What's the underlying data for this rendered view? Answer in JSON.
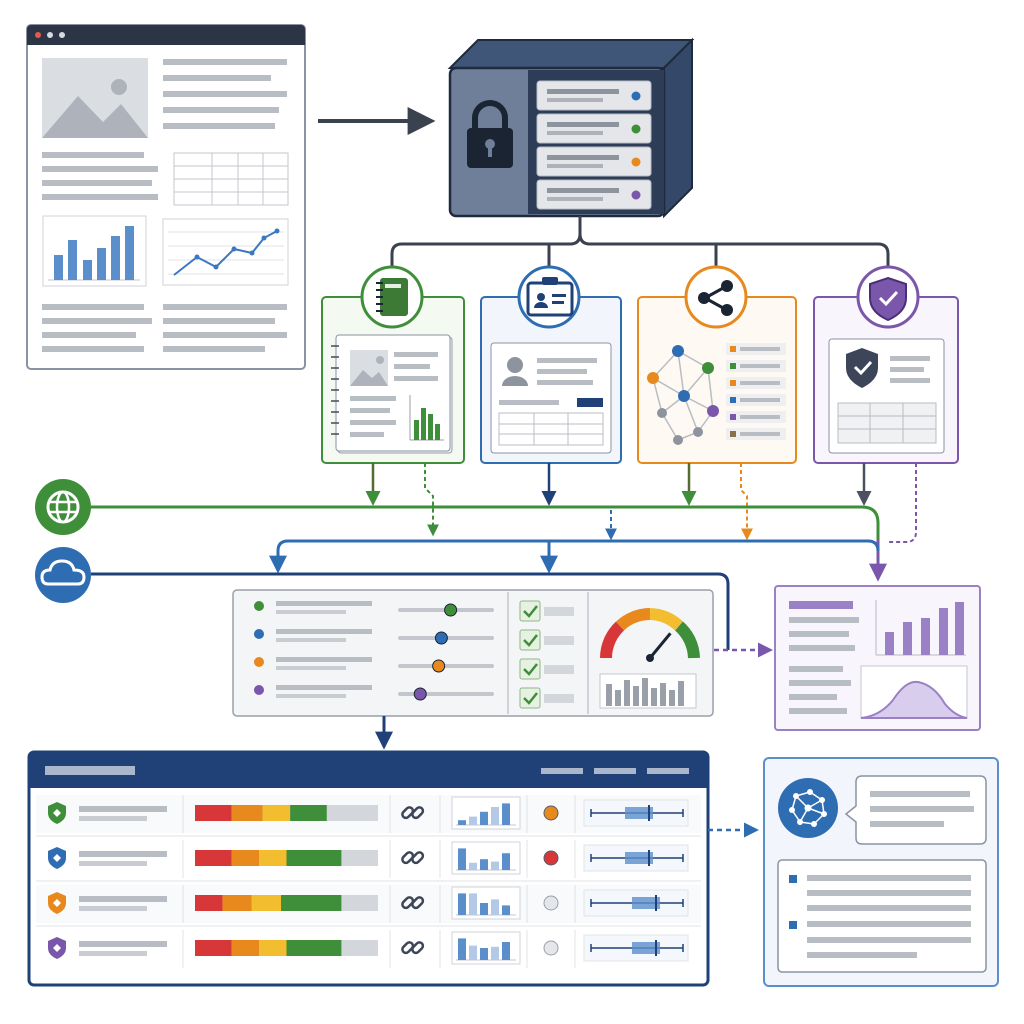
{
  "colors": {
    "navy": "#1f4178",
    "border_gray": "#8a93a3",
    "placeholder": "#b8bcc3",
    "green": "#3f8f3a",
    "blue": "#2f6db2",
    "orange": "#e8891e",
    "purple": "#7a57aa",
    "red": "#d8373a",
    "yellow": "#f2bd2f",
    "chart_blue": "#5b8fcc",
    "chart_purple": "#9a80c4"
  },
  "icons": {
    "document": "document-icon",
    "database": "database-server-icon",
    "lock": "lock-icon",
    "notebook": "notebook-icon",
    "id_card": "id-card-icon",
    "share": "share-network-icon",
    "shield": "shield-check-icon",
    "globe": "globe-icon",
    "cloud": "cloud-icon",
    "gauge": "gauge-icon",
    "link": "link-icon",
    "ai_brain": "neural-network-icon",
    "chat_bubble": "chat-bubble-icon"
  },
  "modules": [
    {
      "id": "notebook",
      "color": "green"
    },
    {
      "id": "identity",
      "color": "blue"
    },
    {
      "id": "graph",
      "color": "orange"
    },
    {
      "id": "security",
      "color": "purple"
    }
  ],
  "server_slots": [
    "blue",
    "green",
    "orange",
    "purple"
  ],
  "controls_panel": {
    "rows": [
      {
        "color": "green",
        "slider": 0.55
      },
      {
        "color": "blue",
        "slider": 0.45
      },
      {
        "color": "orange",
        "slider": 0.42
      },
      {
        "color": "purple",
        "slider": 0.22
      }
    ],
    "checks": [
      true,
      true,
      true,
      true
    ],
    "gauge_level": 0.72
  },
  "dashboard": {
    "rows": [
      {
        "shield_color": "green",
        "bar": [
          0.2,
          0.17,
          0.15,
          0.2
        ],
        "status": "orange",
        "bars": [
          0.2,
          0.35,
          0.55,
          0.75,
          0.9
        ]
      },
      {
        "shield_color": "blue",
        "bar": [
          0.2,
          0.15,
          0.15,
          0.3
        ],
        "status": "red",
        "bars": [
          0.9,
          0.3,
          0.45,
          0.35,
          0.7
        ]
      },
      {
        "shield_color": "orange",
        "bar": [
          0.15,
          0.16,
          0.16,
          0.33
        ],
        "status": "none",
        "bars": [
          0.9,
          0.9,
          0.5,
          0.65,
          0.4
        ]
      },
      {
        "shield_color": "purple",
        "bar": [
          0.2,
          0.15,
          0.15,
          0.3
        ],
        "status": "none",
        "bars": [
          0.9,
          0.6,
          0.5,
          0.55,
          0.75
        ]
      }
    ]
  }
}
